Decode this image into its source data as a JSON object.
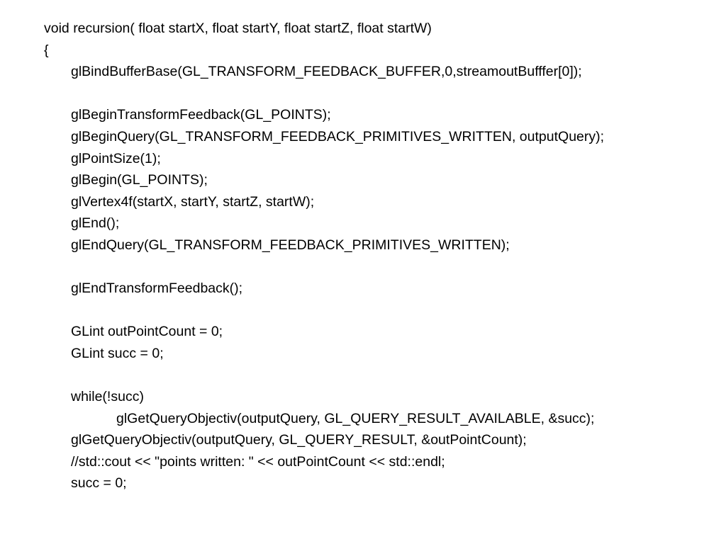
{
  "code_lines": [
    "void recursion( float startX, float startY, float startZ, float startW)",
    "{",
    "glBindBufferBase(GL_TRANSFORM_FEEDBACK_BUFFER,0,streamoutBufffer[0]);",
    "",
    "glBeginTransformFeedback(GL_POINTS);",
    "glBeginQuery(GL_TRANSFORM_FEEDBACK_PRIMITIVES_WRITTEN, outputQuery);",
    "glPointSize(1);",
    "glBegin(GL_POINTS);",
    "glVertex4f(startX, startY, startZ, startW);",
    "glEnd();",
    "glEndQuery(GL_TRANSFORM_FEEDBACK_PRIMITIVES_WRITTEN);",
    "",
    "glEndTransformFeedback();",
    "",
    "GLint outPointCount = 0;",
    "GLint succ = 0;",
    "",
    "while(!succ)",
    "glGetQueryObjectiv(outputQuery, GL_QUERY_RESULT_AVAILABLE, &succ);",
    "glGetQueryObjectiv(outputQuery, GL_QUERY_RESULT, &outPointCount);",
    "//std::cout << \"points written: \" << outPointCount << std::endl;",
    "succ = 0;"
  ]
}
